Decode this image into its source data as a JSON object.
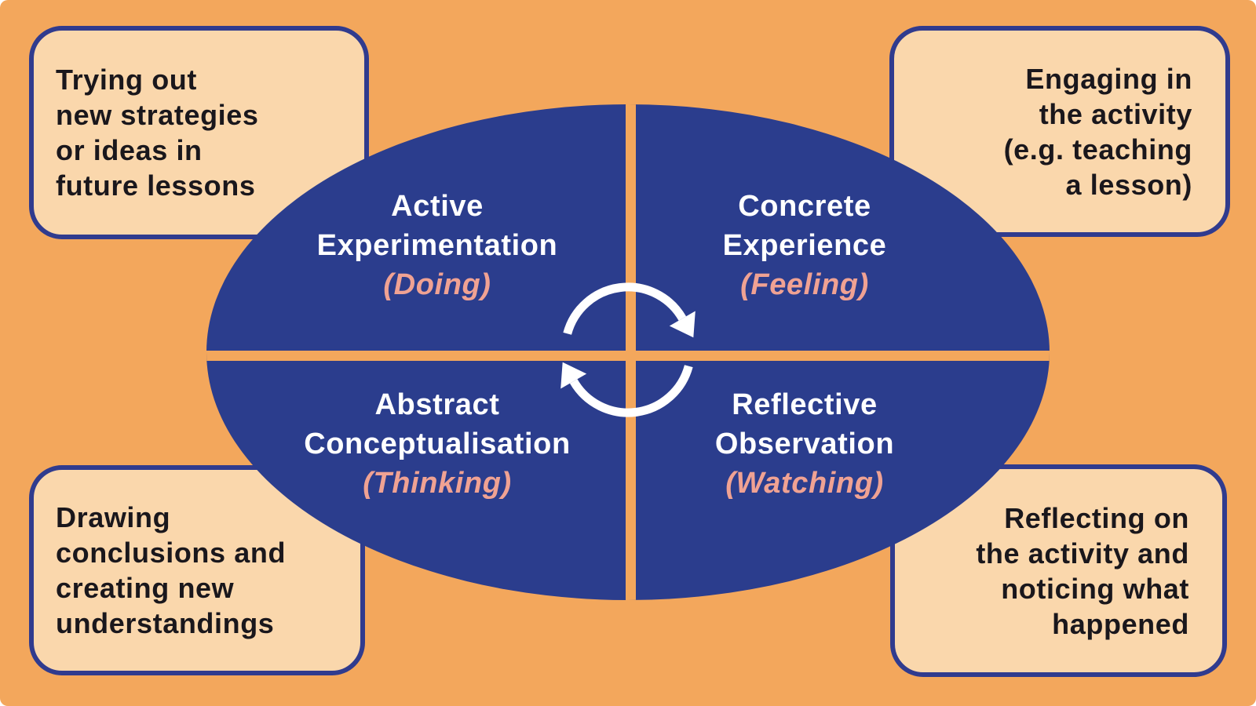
{
  "colors": {
    "background": "#F3A75C",
    "ellipse_fill": "#2B3D8D",
    "box_fill": "#FAD7AC",
    "box_border": "#303B8E",
    "box_text": "#1A171C",
    "quadrant_text": "#FFFFFF",
    "accent_text": "#F0A293",
    "icon": "#FFFFFF"
  },
  "quadrants": [
    {
      "lines": [
        "Active",
        "Experimentation"
      ],
      "accent": "(Doing)"
    },
    {
      "lines": [
        "Concrete",
        "Experience"
      ],
      "accent": "(Feeling)"
    },
    {
      "lines": [
        "Abstract",
        "Conceptualisation"
      ],
      "accent": "(Thinking)"
    },
    {
      "lines": [
        "Reflective",
        "Observation"
      ],
      "accent": "(Watching)"
    }
  ],
  "callouts": [
    {
      "position": "top-left",
      "lines": [
        "Trying out",
        "new strategies",
        "or ideas in",
        "future lessons"
      ]
    },
    {
      "position": "top-right",
      "lines": [
        "Engaging in",
        "the activity",
        "(e.g. teaching",
        "a lesson)"
      ]
    },
    {
      "position": "bottom-left",
      "lines": [
        "Drawing",
        "conclusions and",
        "creating new",
        "understandings"
      ]
    },
    {
      "position": "bottom-right",
      "lines": [
        "Reflecting on",
        "the activity and",
        "noticing what",
        "happened"
      ]
    }
  ]
}
